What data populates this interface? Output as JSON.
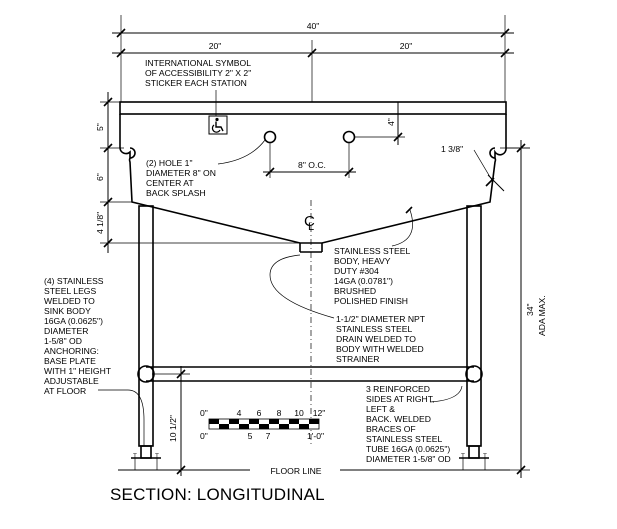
{
  "title": "SECTION: LONGITUDINAL",
  "dimensions": {
    "overall_width": "40\"",
    "half_left": "20\"",
    "half_right": "20\"",
    "backsplash": "5\"",
    "bowl_depth": "6\"",
    "drain_drop": "4 1/8\"",
    "hole_offset": "4\"",
    "hole_spacing": "8\" O.C.",
    "rim_drop": "1 3/8\"",
    "overall_height": "34\"",
    "overall_height_note": "ADA MAX.",
    "brace_height": "10 1/2\""
  },
  "notes": {
    "accessibility": [
      "INTERNATIONAL SYMBOL",
      "OF ACCESSIBILITY 2\" X 2\"",
      "STICKER EACH STATION"
    ],
    "holes": [
      "(2) HOLE 1\"",
      "DIAMETER 8\" ON",
      "CENTER AT",
      "BACK SPLASH"
    ],
    "body": [
      "STAINLESS STEEL",
      "BODY, HEAVY",
      "DUTY #304",
      "14GA (0.0781\")",
      "BRUSHED",
      "POLISHED FINISH"
    ],
    "legs": [
      "(4) STAINLESS",
      "STEEL LEGS",
      "WELDED TO",
      "SINK BODY",
      "16GA (0.0625\")",
      "DIAMETER",
      "1-5/8\" OD",
      "ANCHORING:",
      "BASE PLATE",
      "WITH 1\" HEIGHT",
      "ADJUSTABLE",
      "AT FLOOR"
    ],
    "drain": [
      "1-1/2\" DIAMETER NPT",
      "STAINLESS STEEL",
      "DRAIN WELDED TO",
      "BODY WITH WELDED",
      "STRAINER"
    ],
    "braces": [
      "3 REINFORCED",
      "SIDES AT RIGHT,",
      "LEFT &",
      "BACK. WELDED",
      "BRACES OF",
      "STAINLESS STEEL",
      "TUBE 16GA (0.0625\")",
      "DIAMETER 1-5/8\" OD"
    ]
  },
  "floor_line": "FLOOR LINE",
  "scale": {
    "top_labels": [
      "0\"",
      "4",
      "6",
      "8",
      "10",
      "12\""
    ],
    "bottom_labels": [
      "0\"",
      "5",
      "7",
      "1'-0\""
    ]
  }
}
